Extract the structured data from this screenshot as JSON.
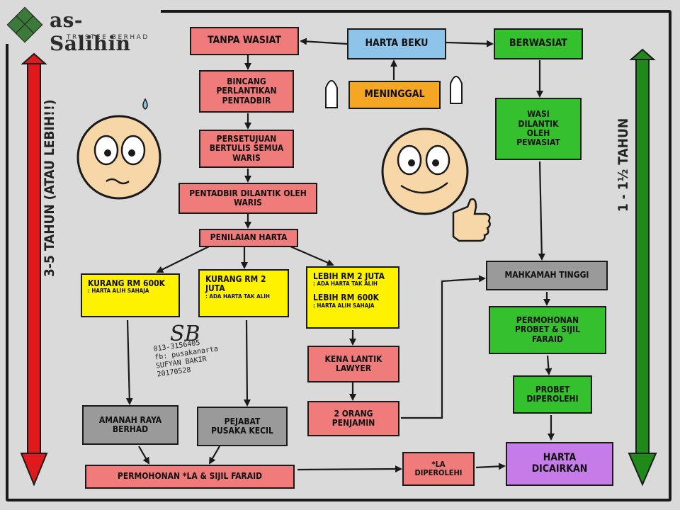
{
  "brand": {
    "name": "as-Salihin",
    "subtitle": "TRUSTEE BERHAD"
  },
  "timelines": {
    "left": "3-5 TAHUN (ATAU LEBIH!!)",
    "right": "1 - 1½ TAHUN",
    "left_color": "#e0191d",
    "right_color": "#1f8a1a"
  },
  "top": {
    "center": "HARTA BEKU",
    "died": "MENINGGAL",
    "no_will": "TANPA WASIAT",
    "with_will": "BERWASIAT"
  },
  "left_path": [
    "BINCANG PERLANTIKAN PENTADBIR",
    "PERSETUJUAN BERTULIS SEMUA WARIS",
    "PENTADBIR DILANTIK OLEH WARIS",
    "PENILAIAN HARTA"
  ],
  "categories": [
    {
      "title": "KURANG RM 600K",
      "note": ": HARTA ALIH SAHAJA"
    },
    {
      "title": "KURANG RM 2 JUTA",
      "note": ": ADA HARTA TAK ALIH"
    },
    {
      "title": "LEBIH RM 2 JUTA",
      "note": ": ADA HARTA TAK ALIH",
      "title2": "LEBIH RM 600K",
      "note2": ": HARTA ALIH SAHAJA"
    }
  ],
  "offices": {
    "amanah": "AMANAH RAYA BERHAD",
    "pusaka": "PEJABAT PUSAKA KECIL",
    "lawyer": "KENA LANTIK LAWYER",
    "guarantor": "2 ORANG PENJAMIN"
  },
  "bottom": {
    "application": "PERMOHONAN *LA & SIJIL FARAID",
    "la": "*LA DIPEROLEHI",
    "released": "HARTA DICAIRKAN"
  },
  "right_path": [
    "WASI DILANTIK OLEH PEWASIAT",
    "MAHKAMAH TINGGI",
    "PERMOHONAN PROBET & SIJIL FARAID",
    "PROBET DIPEROLEHI"
  ],
  "signature": {
    "mark": "SB",
    "lines": [
      "013-3156405",
      "fb: pusakanarta",
      "SUFYAN BAKIR",
      "20170528"
    ]
  }
}
